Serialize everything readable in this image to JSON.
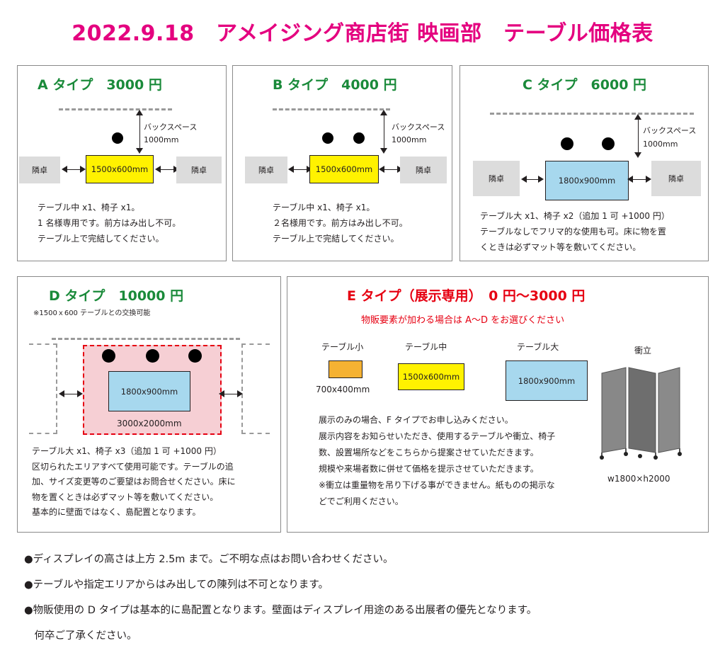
{
  "title": "2022.9.18　アメイジング商店街 映画部　テーブル価格表",
  "back_space_label": "バックスペース",
  "back_space_size": "1000mm",
  "neighbor_label": "隣卓",
  "panel_a": {
    "heading": "A タイプ　3000 円",
    "table_label": "1500x600mm",
    "desc": [
      "テーブル中 x1、椅子 x1。",
      "1 名様専用です。前方はみ出し不可。",
      "テーブル上で完結してください。"
    ]
  },
  "panel_b": {
    "heading": "B タイプ　4000 円",
    "table_label": "1500x600mm",
    "desc": [
      "テーブル中 x1、椅子 x1。",
      "２名様用です。前方はみ出し不可。",
      "テーブル上で完結してください。"
    ]
  },
  "panel_c": {
    "heading": "C タイプ　6000 円",
    "table_label": "1800x900mm",
    "desc": [
      "テーブル大 x1、椅子 x2（追加 1 可 +1000 円）",
      "テーブルなしでフリマ的な使用も可。床に物を置",
      "くときは必ずマット等を敷いてください。"
    ]
  },
  "panel_d": {
    "heading": "D タイプ　10000 円",
    "note": "※1500ｘ600 テーブルとの交換可能",
    "table_label": "1800x900mm",
    "area_label": "3000x2000mm",
    "desc": [
      "テーブル大 x1、椅子 x3（追加 1 可 +1000 円）",
      "区切られたエリアすべて使用可能です。テーブルの追",
      "加、サイズ変更等のご要望はお問合せください。床に",
      "物を置くときは必ずマット等を敷いてください。",
      "基本的に壁面ではなく、島配置となります。"
    ]
  },
  "panel_e": {
    "heading": "E タイプ（展示専用）　0 円〜3000 円",
    "subheading": "物販要素が加わる場合は A〜D をお選びください",
    "small_label": "テーブル小",
    "small_size": "700x400mm",
    "medium_label": "テーブル中",
    "medium_size": "1500x600mm",
    "large_label": "テーブル大",
    "large_size": "1800x900mm",
    "screen_label": "衝立",
    "screen_size": "w1800×h2000",
    "desc": [
      "展示のみの場合、F タイプでお申し込みください。",
      "展示内容をお知らせいただき、使用するテーブルや衝立、椅子",
      "数、設置場所などをこちらから提案させていただきます。",
      "規模や来場者数に併せて価格を提示させていただきます。",
      "※衝立は重量物を吊り下げる事ができません。紙ものの掲示な",
      "どでご利用ください。"
    ]
  },
  "notes": [
    "●ディスプレイの高さは上方 2.5m まで。ご不明な点はお問い合わせください。",
    "●テーブルや指定エリアからはみ出しての陳列は不可となります。",
    "●物販使用の D タイプは基本的に島配置となります。壁面はディスプレイ用途のある出展者の優先となります。",
    "　何卒ご了承ください。"
  ],
  "colors": {
    "title": "#e4007f",
    "heading_green": "#1a8a3a",
    "heading_red": "#e60012",
    "table_yellow": "#fff200",
    "table_blue": "#a7d8ee",
    "table_orange": "#f5b233",
    "zone_pink": "#f6cfd4"
  }
}
